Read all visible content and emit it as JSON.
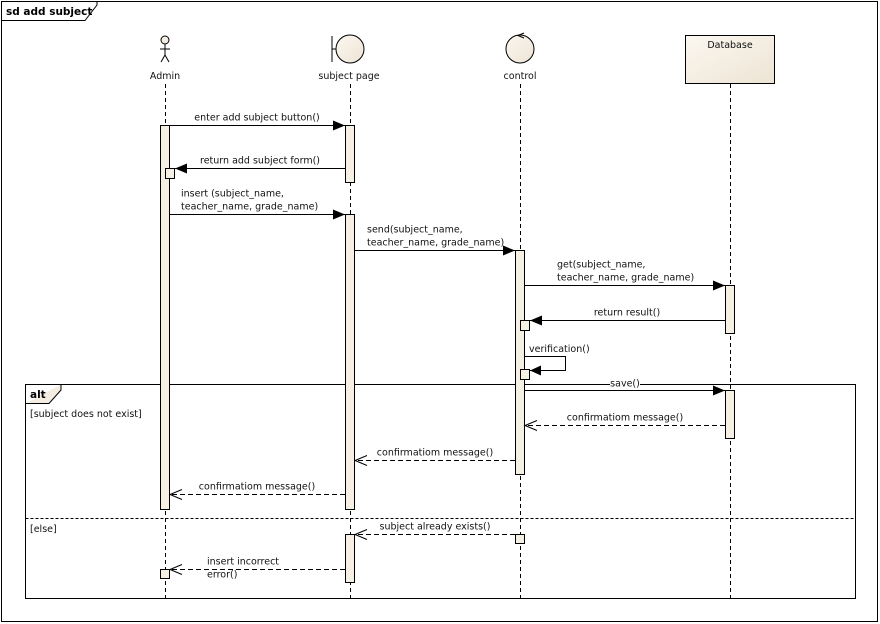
{
  "frame": {
    "title": "sd add subject"
  },
  "colors": {
    "fill": "#f5efe4",
    "stroke": "#000000",
    "bg": "#ffffff"
  },
  "lifelines": [
    {
      "name": "Admin",
      "kind": "actor"
    },
    {
      "name": "subject page",
      "kind": "boundary"
    },
    {
      "name": "control",
      "kind": "control"
    },
    {
      "name": "Database",
      "kind": "object"
    }
  ],
  "messages": [
    {
      "from": "Admin",
      "to": "subject page",
      "type": "sync",
      "lines": [
        "enter add subject button()"
      ]
    },
    {
      "from": "subject page",
      "to": "Admin",
      "type": "sync",
      "lines": [
        "return add subject form()"
      ]
    },
    {
      "from": "Admin",
      "to": "subject page",
      "type": "sync",
      "lines": [
        "insert (subject_name,",
        "teacher_name, grade_name)"
      ]
    },
    {
      "from": "subject page",
      "to": "control",
      "type": "sync",
      "lines": [
        "send(subject_name,",
        "teacher_name, grade_name)"
      ]
    },
    {
      "from": "control",
      "to": "Database",
      "type": "sync",
      "lines": [
        "get(subject_name,",
        "teacher_name, grade_name)"
      ]
    },
    {
      "from": "Database",
      "to": "control",
      "type": "sync",
      "lines": [
        "return result()"
      ]
    },
    {
      "from": "control",
      "to": "control",
      "type": "self",
      "lines": [
        "verification()"
      ]
    },
    {
      "from": "control",
      "to": "Database",
      "type": "sync",
      "lines": [
        "save()"
      ]
    },
    {
      "from": "Database",
      "to": "control",
      "type": "return",
      "lines": [
        "confirmatiom message()"
      ]
    },
    {
      "from": "control",
      "to": "subject page",
      "type": "return",
      "lines": [
        "confirmatiom message()"
      ]
    },
    {
      "from": "subject page",
      "to": "Admin",
      "type": "return",
      "lines": [
        "confirmatiom message()"
      ]
    },
    {
      "from": "control",
      "to": "subject page",
      "type": "return",
      "lines": [
        "subject already exists()"
      ]
    },
    {
      "from": "subject page",
      "to": "Admin",
      "type": "return",
      "lines": [
        "insert  incorrect",
        "error()"
      ]
    }
  ],
  "fragment": {
    "operator": "alt",
    "guards": [
      "[subject does not exist]",
      "[else]"
    ]
  }
}
